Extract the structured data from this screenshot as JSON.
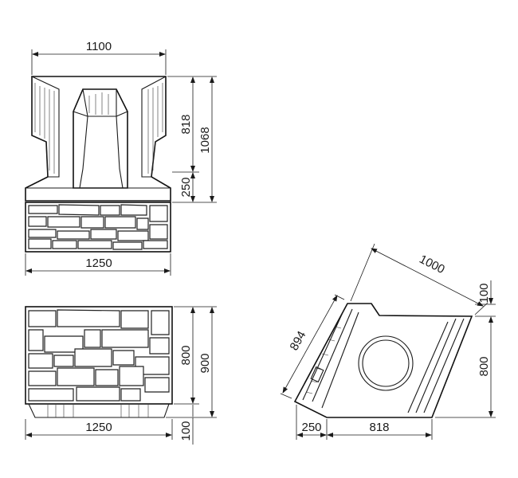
{
  "drawing": {
    "front_view": {
      "top_width": "1100",
      "upper_height": "818",
      "total_height": "1068",
      "base_height": "250",
      "bottom_width": "1250"
    },
    "side_view": {
      "width": "1250",
      "height": "800",
      "total_height": "900",
      "foot_height": "100"
    },
    "angled_view": {
      "slope_length": "1000",
      "side_length": "894",
      "right_height": "800",
      "top_step": "100",
      "base_left": "250",
      "base_right": "818"
    }
  }
}
